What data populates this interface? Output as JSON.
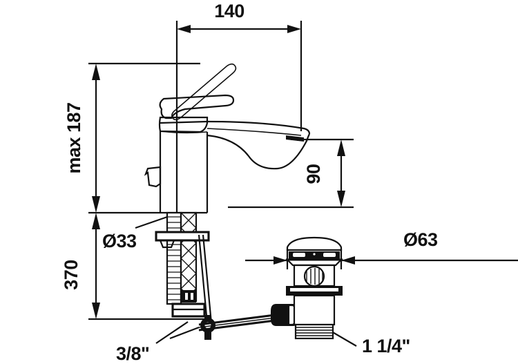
{
  "drawing": {
    "title": "Washbasin mixer tap technical dimension drawing",
    "units": "mm",
    "line_color": "#111111",
    "background_color": "#ffffff"
  },
  "dimensions": {
    "width_top": {
      "label": "140",
      "name": "spout-reach",
      "orientation": "horizontal",
      "value": 140,
      "unit": "mm"
    },
    "height_left": {
      "label": "max 187",
      "name": "max-tap-height",
      "orientation": "vertical",
      "value": 187,
      "unit": "mm"
    },
    "height_below": {
      "label": "370",
      "name": "shank-and-hose-length",
      "orientation": "vertical",
      "value": 370,
      "unit": "mm"
    },
    "spout_height": {
      "label": "90",
      "name": "spout-outlet-height",
      "orientation": "vertical",
      "value": 90,
      "unit": "mm"
    },
    "shank_diameter": {
      "label": "Ø33",
      "name": "mounting-hole-diameter",
      "orientation": "leader",
      "value": 33,
      "unit": "mm"
    },
    "waste_diameter": {
      "label": "Ø63",
      "name": "waste-flange-diameter",
      "orientation": "horizontal",
      "value": 63,
      "unit": "mm"
    },
    "supply_thread": {
      "label": "3/8\"",
      "name": "supply-connection-thread",
      "orientation": "leader"
    },
    "waste_thread": {
      "label": "1 1/4\"",
      "name": "waste-outlet-thread",
      "orientation": "leader"
    }
  }
}
